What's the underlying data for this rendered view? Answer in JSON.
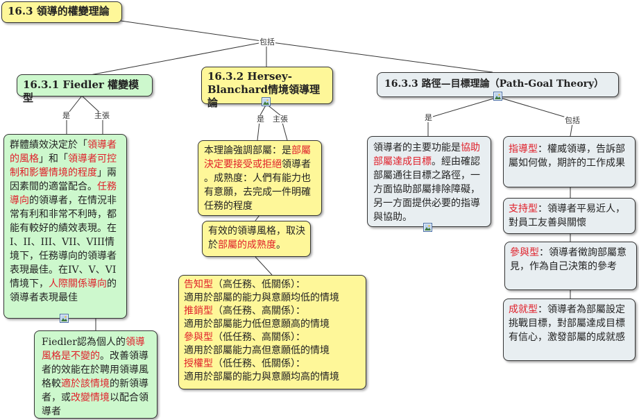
{
  "root": {
    "title": "16.3 領導的權變理論"
  },
  "links": {
    "includes": "包括",
    "is": "是",
    "advocates": "主張"
  },
  "fiedler": {
    "title": "16.3.1  Fiedler 權變模型",
    "desc": [
      "群體績效決定於「",
      "領導者的風格",
      "」和「",
      "領導者可控制和影響情境的程度",
      "」兩因素間的適當配合。",
      "任務導向",
      "的領導者，在情況非常有利和非常不利時，都能有較好的績效表現。在I、II、III、VII、VIII情境下，任務導向的領導者表現最佳。在IV、V、VI情境下，",
      "人際關係導向",
      "的領導者表現最佳"
    ],
    "claim": [
      "Fiedler認為個人的",
      "領導風格是不變的",
      "。改善領導者的效能在於聘用領導風格較",
      "適於該情境",
      "的新領導者，或",
      "改變情境",
      "以配合領導者"
    ]
  },
  "hersey": {
    "title": "16.3.2  Hersey-Blanchard情境領導理論",
    "desc": [
      "本理論強調部屬：是",
      "部屬決定要接受或拒絕",
      "領導者 。成熟度：人們有能力也有意願，去完成一件明確任務的程度"
    ],
    "effective": [
      "有效的領導風格，取決於",
      "部屬的成熟度",
      "。"
    ],
    "styles": [
      {
        "name": "告知型",
        "params": "（高任務、低關係）：",
        "fit": "適用於部屬的能力與意願均低的情境"
      },
      {
        "name": "推銷型",
        "params": "（高任務、高關係）：",
        "fit": "適用於部屬能力低但意願高的情境"
      },
      {
        "name": "參與型",
        "params": "（低任務、高關係）：",
        "fit": "適用於部屬能力高但意願低的情境"
      },
      {
        "name": "授權型",
        "params": "（低任務、低關係）：",
        "fit": "適用於部屬的能力與意願均高的情境"
      }
    ]
  },
  "pathgoal": {
    "title": "16.3.3  路徑—目標理論（Path-Goal Theory）",
    "desc": [
      "領導者的主要功能是",
      "協助部屬達成目標",
      "。經由確認部屬通往目標之路徑，一方面協助部屬排除障礙，另一方面提供必要的指導與協助。"
    ],
    "types": [
      {
        "name": "指導型",
        "text": "：權威領導，告訴部屬如何做，期許的工作成果"
      },
      {
        "name": "支持型",
        "text": "：領導者平易近人，對員工友善與關懷"
      },
      {
        "name": "參與型",
        "text": "：領導者徵詢部屬意見，作為自己決策的參考"
      },
      {
        "name": "成就型",
        "text": "：領導者為部屬設定挑戰目標，對部屬達成目標有信心，激發部屬的成就感"
      }
    ]
  },
  "colors": {
    "yellow": "#fef799",
    "green": "#cdf8cd",
    "gray": "#e8eef1",
    "accent": "#e0202a"
  }
}
